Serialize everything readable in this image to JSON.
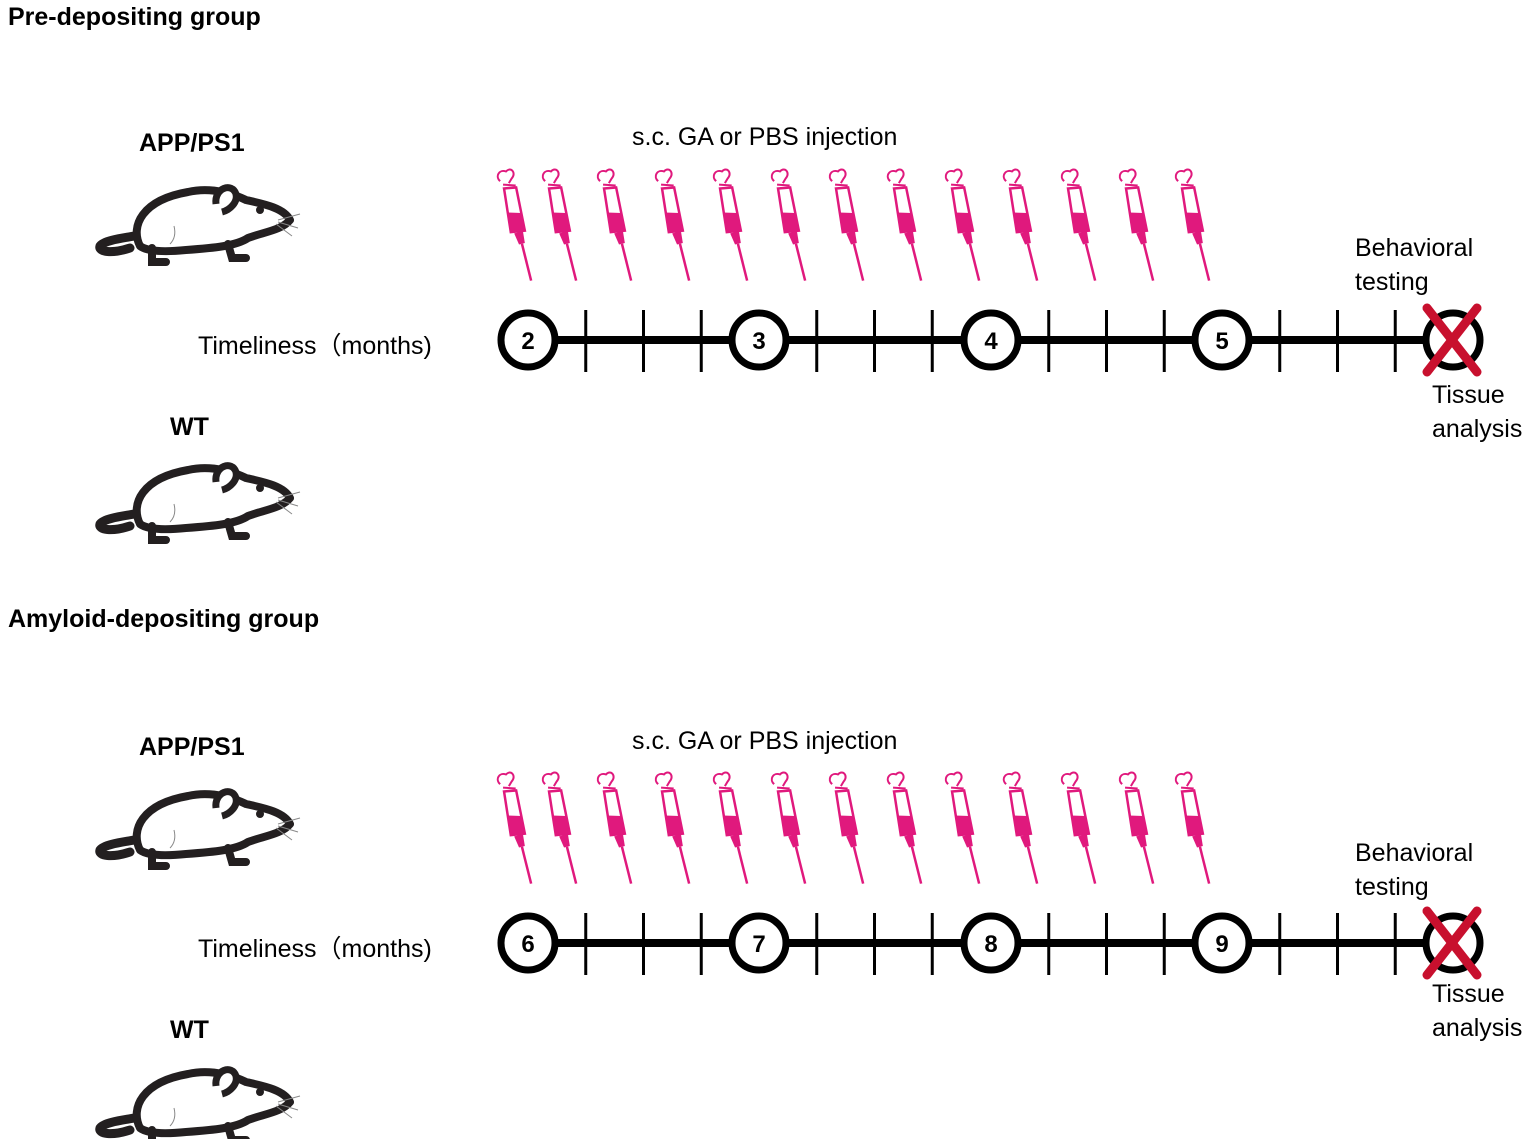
{
  "colors": {
    "syringe": "#e0197d",
    "cross": "#c8102e",
    "line": "#000000"
  },
  "icons": [
    "mouse-icon",
    "syringe-icon",
    "red-cross-icon"
  ],
  "groups": [
    {
      "title": "Pre-depositing group",
      "strain_top": "APP/PS1",
      "strain_bottom": "WT",
      "injection_label": "s.c. GA or PBS injection",
      "timeline_label": "Timeliness（months)",
      "months": [
        "2",
        "3",
        "4",
        "5"
      ],
      "injection_count": 13,
      "end_top": [
        "Behavioral",
        "testing"
      ],
      "end_bottom": [
        "Tissue",
        "analysis"
      ]
    },
    {
      "title": "Amyloid-depositing group",
      "strain_top": "APP/PS1",
      "strain_bottom": "WT",
      "injection_label": "s.c. GA or PBS injection",
      "timeline_label": "Timeliness（months)",
      "months": [
        "6",
        "7",
        "8",
        "9"
      ],
      "injection_count": 13,
      "end_top": [
        "Behavioral",
        "testing"
      ],
      "end_bottom": [
        "Tissue",
        "analysis"
      ]
    }
  ]
}
